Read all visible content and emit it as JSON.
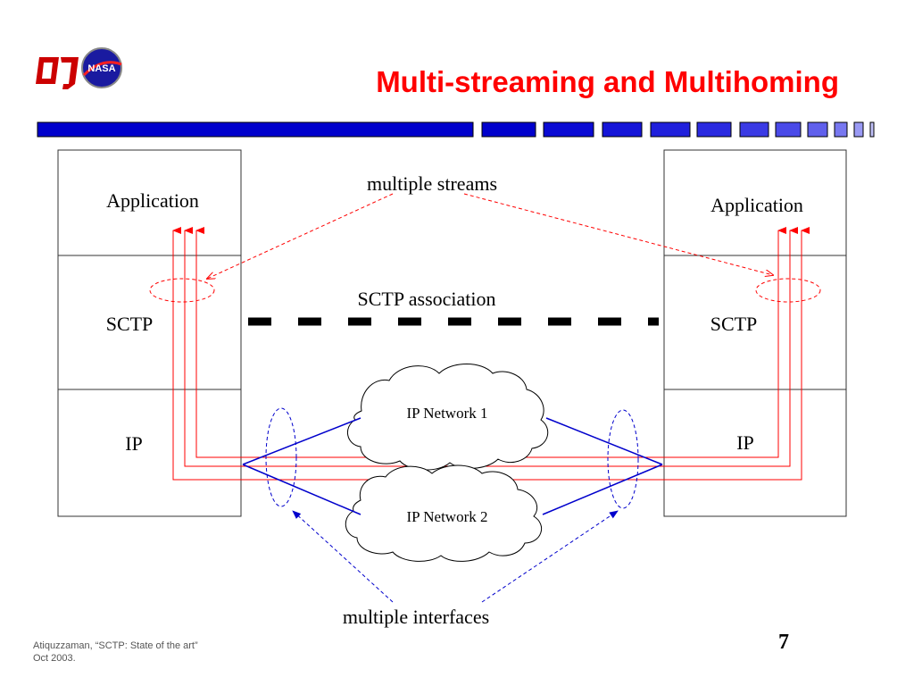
{
  "slide": {
    "title": "Multi-streaming and Multihoming",
    "page_number": "7",
    "footer_line1": "Atiquzzaman, “SCTP: State of the art”",
    "footer_line2": "Oct 2003."
  },
  "logos": {
    "left_logo": "ou-logo",
    "right_logo": "nasa-logo",
    "nasa_text": "NASA"
  },
  "colors": {
    "title": "#ff0000",
    "progress_bar": "#0000cc",
    "stream_arrows": "#ff0000",
    "network_links": "#0000cc"
  },
  "diagram": {
    "left_stack": {
      "application_label": "Application",
      "sctp_label": "SCTP",
      "ip_label": "IP"
    },
    "right_stack": {
      "application_label": "Application",
      "sctp_label": "SCTP",
      "ip_label": "IP"
    },
    "multiple_streams_label": "multiple streams",
    "sctp_association_label": "SCTP association",
    "network1_label": "IP Network 1",
    "network2_label": "IP Network 2",
    "multiple_interfaces_label": "multiple interfaces"
  }
}
